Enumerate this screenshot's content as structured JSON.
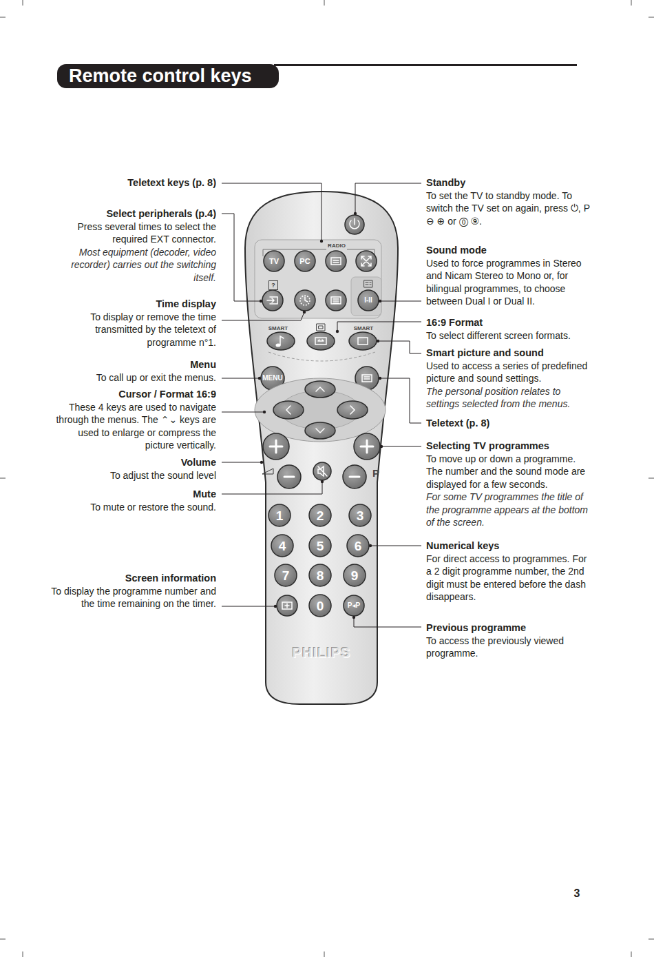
{
  "diagram": {
    "title": "Remote control keys",
    "labels": [
      "Teletext keys (p. 8)",
      "Select peripherals (p.4)",
      "Press several times to select the required EXT connector.",
      "Most equipment (decoder, video recorder) carries out the switching itself.",
      "Time display",
      "To display or remove the time transmitted by the teletext of programme n°1.",
      "Menu",
      "To call up or exit the menus.",
      "Cursor / Format 16:9",
      "These 4 keys are used to navigate through the menus. The ⌃⌄ keys are used to enlarge or compress the picture vertically.",
      "Volume",
      "To adjust the sound level",
      "Mute",
      "To mute or restore the sound.",
      "Screen information",
      "To display the programme number and the time remaining on the timer.",
      "Standby",
      "To set the TV to standby mode. To switch the TV set on again, press ⏻, P ⊖ ⊕ or ⓪ ⑨.",
      "Sound mode",
      "Used to force programmes in Stereo and Nicam Stereo to Mono or, for bilingual programmes, to choose between Dual I or Dual II.",
      "16:9 Format",
      "To select different screen formats.",
      "Smart picture and sound",
      "Used to access a series of predefined picture and sound settings.",
      "The personal position relates to settings selected from the menus.",
      "Teletext (p. 8)",
      "Selecting TV programmes",
      "To move up or down a programme. The number and the sound mode are displayed for a few seconds.",
      "For some TV programmes the title of the programme appears at the bottom of the screen.",
      "Numerical keys",
      "For direct access to programmes. For a 2 digit programme number, the 2nd digit must be entered before the dash disappears.",
      "Previous programme",
      "To access the previously viewed programme.",
      "RADIO",
      "TV",
      "PC",
      "?",
      "I-II",
      "SMART",
      "SMART",
      "MENU",
      "P",
      "1",
      "2",
      "3",
      "4",
      "5",
      "6",
      "7",
      "8",
      "9",
      "0",
      "P◂P",
      "PHILIPS",
      "3"
    ]
  }
}
